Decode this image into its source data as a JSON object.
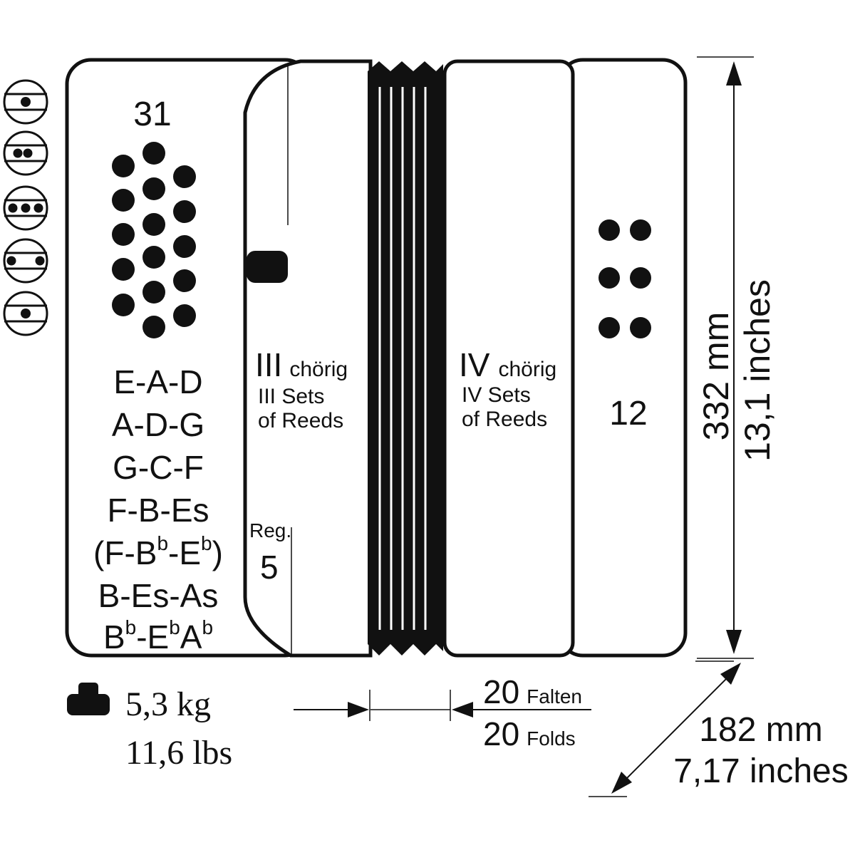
{
  "accordion": {
    "treble_button_count": "31",
    "bass_button_count": "12",
    "tunings": {
      "t1": "E-A-D",
      "t2": "A-D-G",
      "t3": "G-C-F",
      "t4": "F-B-Es",
      "t5_open": "(F-B",
      "t5_sup1": "b",
      "t5_dash": "-E",
      "t5_sup2": "b",
      "t5_close": ")",
      "t6": "B-Es-As",
      "t7_b": "B",
      "t7_sup1": "b",
      "t7_e": "-E",
      "t7_sup2": "b",
      "t7_a": "A",
      "t7_sup3": "b"
    },
    "left_reeds": {
      "numeral": "III",
      "chorig": "chörig",
      "line1": "III Sets",
      "line2": "of Reeds"
    },
    "right_reeds": {
      "numeral": "IV",
      "chorig": "chörig",
      "line1": "IV Sets",
      "line2": "of Reeds"
    },
    "register": {
      "label": "Reg.",
      "count": "5"
    }
  },
  "weight": {
    "kg": "5,3 kg",
    "lbs": "11,6 lbs",
    "icon": "weight-icon"
  },
  "folds": {
    "number_1": "20",
    "word_1": "Falten",
    "number_2": "20",
    "word_2": "Folds"
  },
  "dimensions": {
    "height_mm": "332 mm",
    "height_in": "13,1 inches",
    "depth_mm": "182 mm",
    "depth_in": "7,17 inches"
  },
  "register_symbols": [
    "register-1-dot-icon",
    "register-2-dot-icon",
    "register-3-dot-icon",
    "register-2-wide-dot-icon",
    "register-1-low-dot-icon"
  ]
}
